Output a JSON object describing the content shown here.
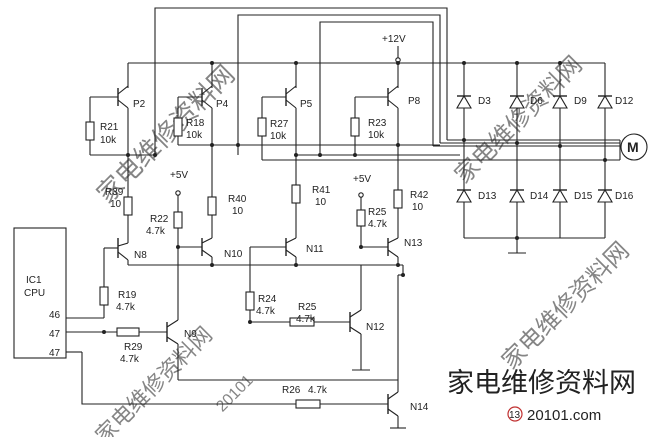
{
  "supply": {
    "v12": "+12V",
    "v5a": "+5V",
    "v5b": "+5V"
  },
  "ic": {
    "name": "IC1",
    "type": "CPU",
    "pins": [
      "46",
      "47",
      "47"
    ]
  },
  "pnp": [
    {
      "name": "P2"
    },
    {
      "name": "P4"
    },
    {
      "name": "P5"
    },
    {
      "name": "P8"
    }
  ],
  "npn": [
    {
      "name": "N8"
    },
    {
      "name": "N10"
    },
    {
      "name": "N11"
    },
    {
      "name": "N13"
    },
    {
      "name": "N9"
    },
    {
      "name": "N12"
    },
    {
      "name": "N14"
    }
  ],
  "resistors": [
    {
      "name": "R21",
      "value": "10k"
    },
    {
      "name": "R18",
      "value": "10k"
    },
    {
      "name": "R27",
      "value": "10k"
    },
    {
      "name": "R23",
      "value": "10k"
    },
    {
      "name": "R39",
      "value": "10"
    },
    {
      "name": "R22",
      "value": "4.7k"
    },
    {
      "name": "R40",
      "value": "10"
    },
    {
      "name": "R41",
      "value": "10"
    },
    {
      "name": "R25",
      "value": "4.7k"
    },
    {
      "name": "R42",
      "value": "10"
    },
    {
      "name": "R19",
      "value": "4.7k"
    },
    {
      "name": "R29",
      "value": "4.7k"
    },
    {
      "name": "R24",
      "value": "4.7k"
    },
    {
      "name": "R25",
      "value": "4.7k"
    },
    {
      "name": "R26",
      "value": "4.7k"
    }
  ],
  "diodes": [
    "D3",
    "D6",
    "D9",
    "D12",
    "D13",
    "D14",
    "D15",
    "D16"
  ],
  "motor": "M",
  "figure_number": "13",
  "watermark": {
    "brand": "家电维修资料网",
    "brand_faint": "家电维修资料网",
    "url_left": "20101",
    "url_right": "20101.com"
  }
}
